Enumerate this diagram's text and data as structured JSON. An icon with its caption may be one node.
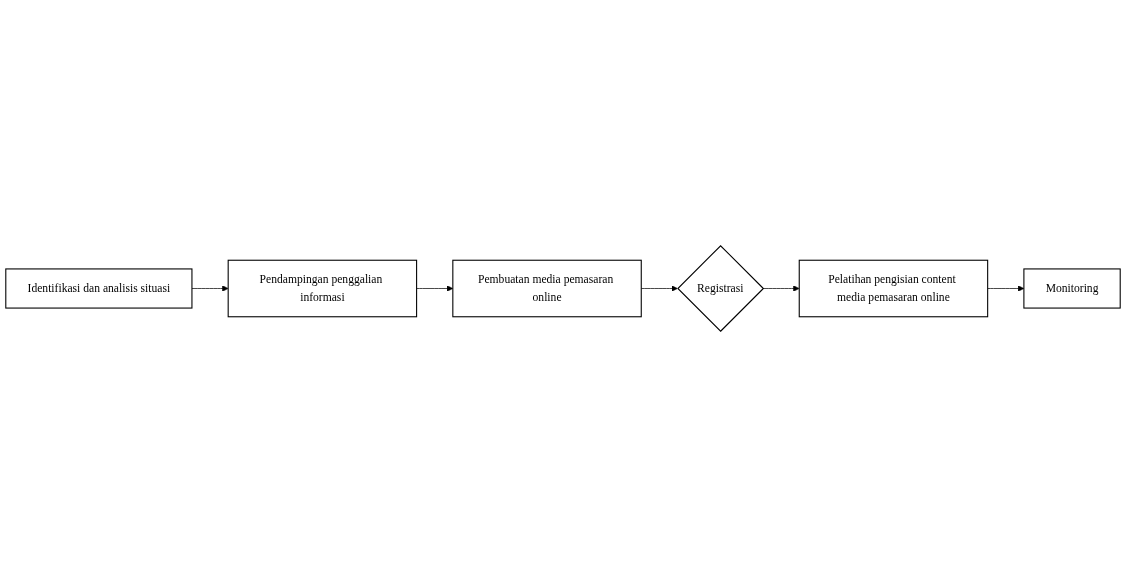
{
  "diagram": {
    "nodes": [
      {
        "text": [
          "Identifikasi dan analisis situasi"
        ]
      },
      {
        "text": [
          "Pendampingan penggalian informasi"
        ]
      },
      {
        "text": [
          "Pembuatan media pemasaran online"
        ]
      },
      {
        "text": [
          "Registrasi"
        ]
      },
      {
        "text": [
          "Pelatihan pengisian content media pemasaran online"
        ]
      },
      {
        "text": [
          "Monitoring"
        ]
      }
    ],
    "edges": [
      {
        "from": 0,
        "to": 1,
        "arrow": "to"
      },
      {
        "from": 1,
        "to": 2,
        "arrow": "to"
      },
      {
        "from": 2,
        "to": 3,
        "arrow": "to"
      },
      {
        "from": 3,
        "to": 4,
        "arrow": "to"
      },
      {
        "from": 4,
        "to": 5,
        "arrow": "to"
      }
    ]
  }
}
